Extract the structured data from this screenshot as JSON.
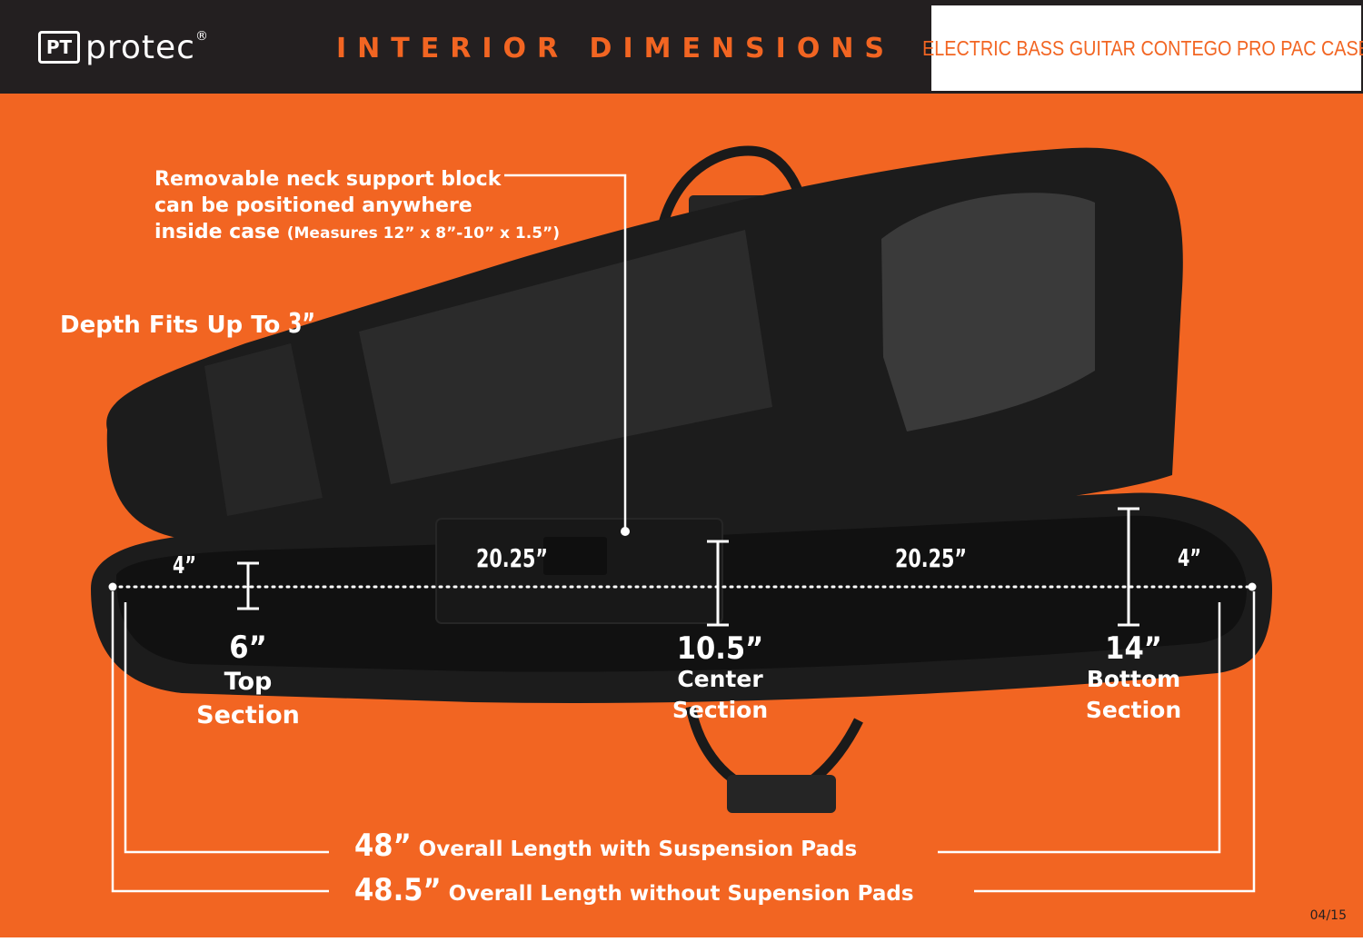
{
  "header": {
    "logo_mark": "PT",
    "brand": "protec",
    "trademark": "®",
    "title": "INTERIOR DIMENSIONS",
    "product": "ELECTRIC BASS GUITAR CONTEGO PRO PAC CASE"
  },
  "colors": {
    "accent": "#f26522",
    "header_bg": "#231f20",
    "case_black": "#1c1c1c",
    "label_text": "#ffffff"
  },
  "callouts": {
    "neck_block_line1": "Removable neck support block",
    "neck_block_line2": "can be positioned anywhere",
    "neck_block_line3": "inside case",
    "neck_block_measure": "(Measures 12” x 8”-10” x 1.5”)",
    "depth_text": "Depth Fits Up To ",
    "depth_value": "3”"
  },
  "dimensions": {
    "top_gap": "4”",
    "segment_left": "20.25”",
    "segment_right": "20.25”",
    "bottom_gap": "4”",
    "top_width": "6”",
    "top_label_1": "Top",
    "top_label_2": "Section",
    "center_width": "10.5”",
    "center_label_1": "Center",
    "center_label_2": "Section",
    "bottom_width": "14”",
    "bottom_label_1": "Bottom",
    "bottom_label_2": "Section",
    "length_with_value": "48”",
    "length_with_text": " Overall Length with Suspension Pads",
    "length_without_value": "48.5”",
    "length_without_text": " Overall Length without Supension Pads"
  },
  "footer": {
    "date_code": "04/15"
  }
}
